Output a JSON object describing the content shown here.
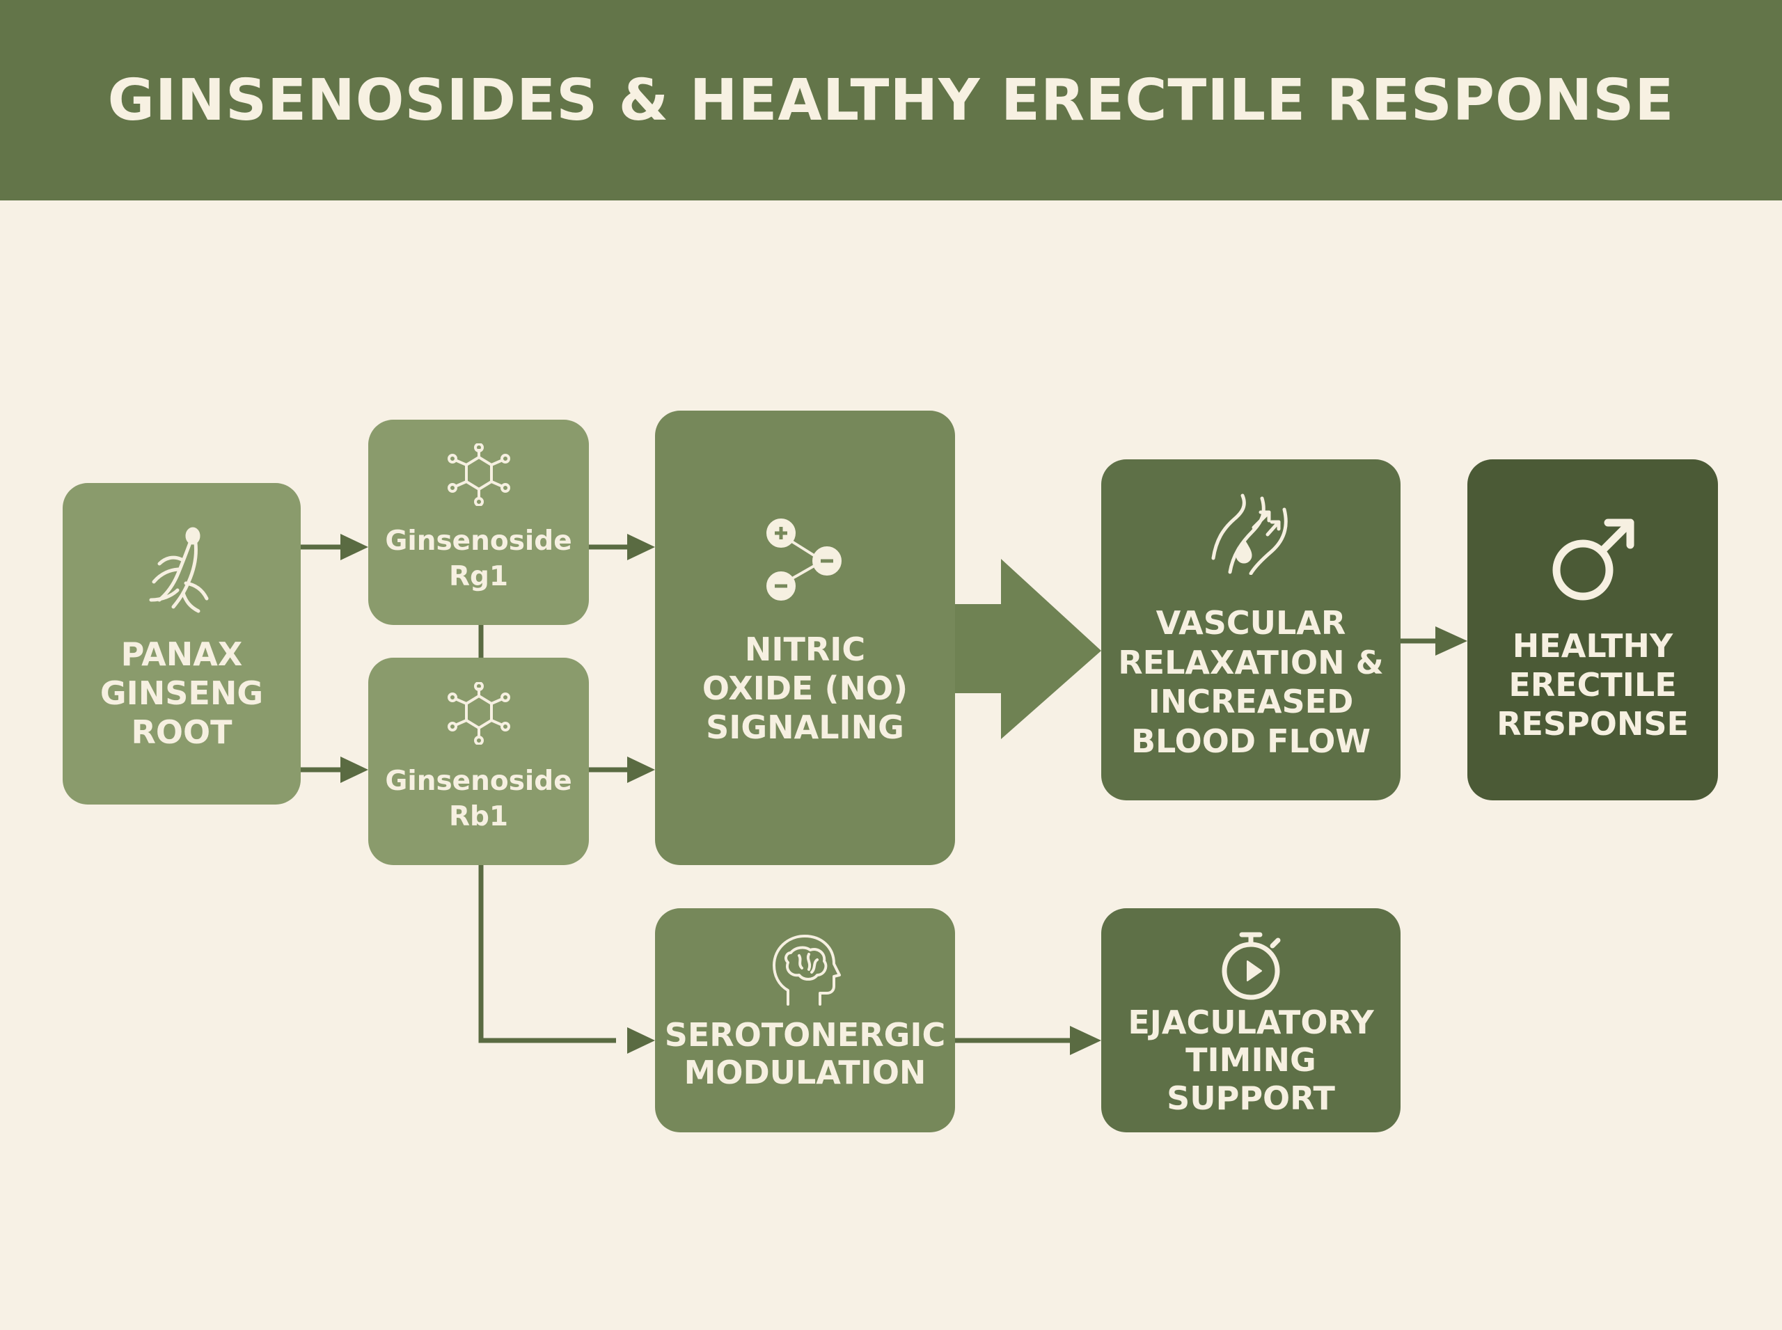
{
  "title": "GINSENOSIDES & HEALTHY ERECTILE RESPONSE",
  "colors": {
    "header": "#637549",
    "background": "#f7f1e5",
    "light_node": "#8a9b6c",
    "mid_node": "#76885a",
    "dark_node": "#5e7047",
    "darkest_node": "#4b5a36",
    "text": "#f6f0e1",
    "connector": "#5a6b42"
  },
  "nodes": {
    "panax": {
      "label": "PANAX\nGINSENG\nROOT",
      "icon": "ginseng-root-icon"
    },
    "rg1": {
      "label": "Ginsenoside\nRg1",
      "icon": "molecule-icon"
    },
    "rb1": {
      "label": "Ginsenoside\nRb1",
      "icon": "molecule-icon"
    },
    "nitric": {
      "label": "NITRIC\nOXIDE (NO)\nSIGNALING",
      "icon": "charged-atoms-icon"
    },
    "vascular": {
      "label": "VASCULAR\nRELAXATION &\nINCREASED\nBLOOD FLOW",
      "icon": "blood-vessel-icon"
    },
    "healthy": {
      "label": "HEALTHY\nERECTILE\nRESPONSE",
      "icon": "male-symbol-icon"
    },
    "serotonergic": {
      "label": "SEROTONERGIC\nMODULATION",
      "icon": "brain-head-icon"
    },
    "ejaculatory": {
      "label": "EJACULATORY\nTIMING\nSUPPORT",
      "icon": "stopwatch-icon"
    }
  }
}
